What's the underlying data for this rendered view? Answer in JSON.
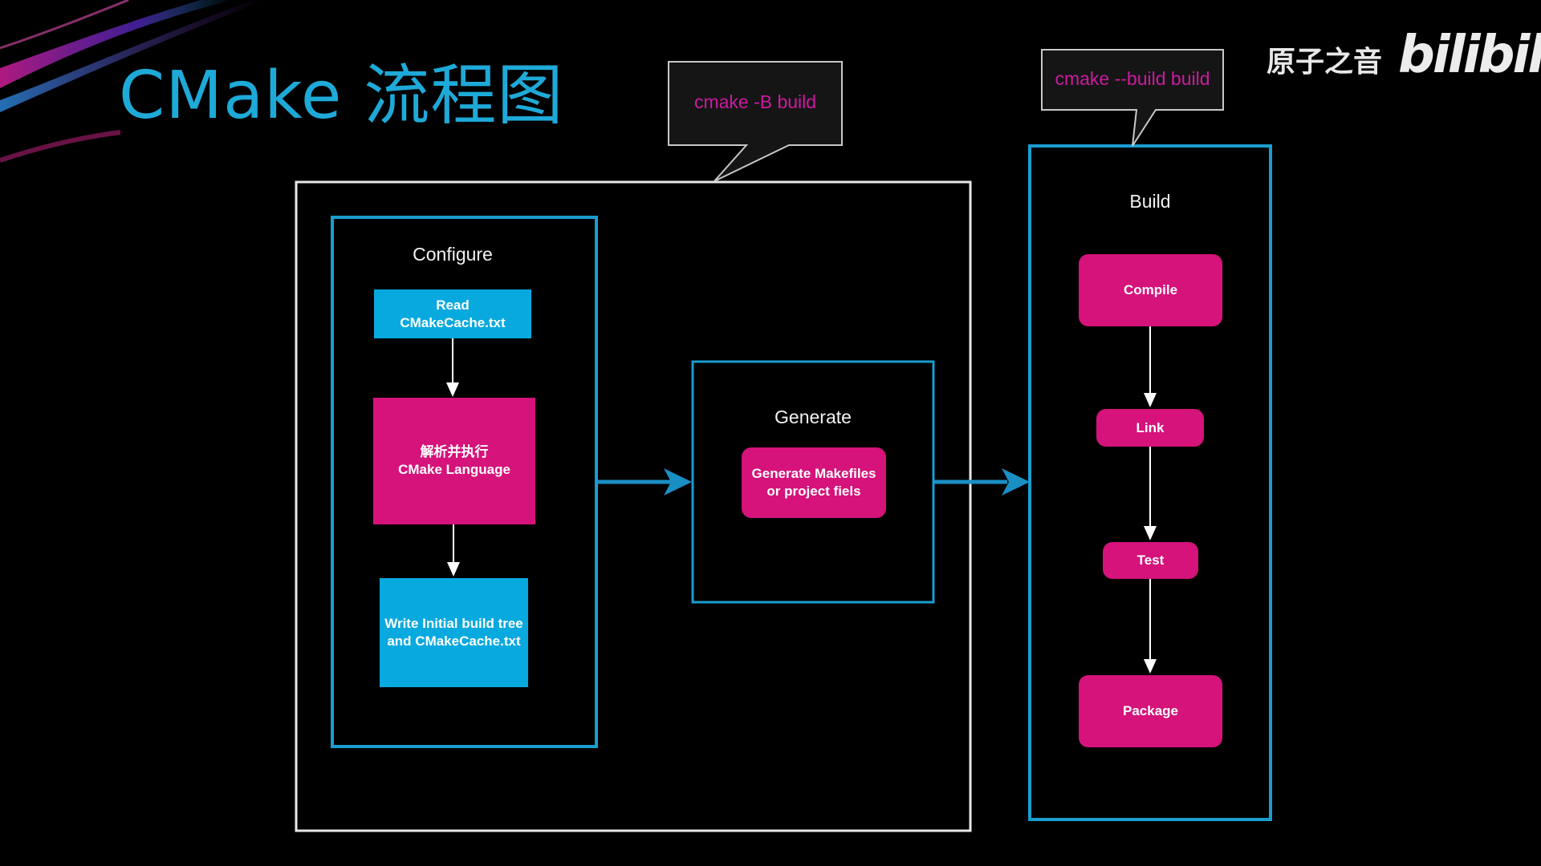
{
  "slide": {
    "title": "CMake 流程图"
  },
  "brand": {
    "channel": "原子之音",
    "logo": "bilibili"
  },
  "commands": {
    "configure_generate": "cmake -B build",
    "build": "cmake --build build"
  },
  "configure": {
    "label": "Configure",
    "steps": [
      "Read\nCMakeCache.txt",
      "解析并执行\nCMake Language",
      "Write Initial build tree\nand CMakeCache.txt"
    ]
  },
  "generate": {
    "label": "Generate",
    "step": "Generate Makefiles\nor project fiels"
  },
  "build": {
    "label": "Build",
    "steps": [
      "Compile",
      "Link",
      "Test",
      "Package"
    ]
  },
  "colors": {
    "background": "#000000",
    "title": "#1eaad8",
    "container_border": "#1a9dd0",
    "node_cyan": "#08a9df",
    "node_magenta": "#d5137a",
    "command_text": "#cc1aa0",
    "arrow": "#1a8fc4"
  }
}
